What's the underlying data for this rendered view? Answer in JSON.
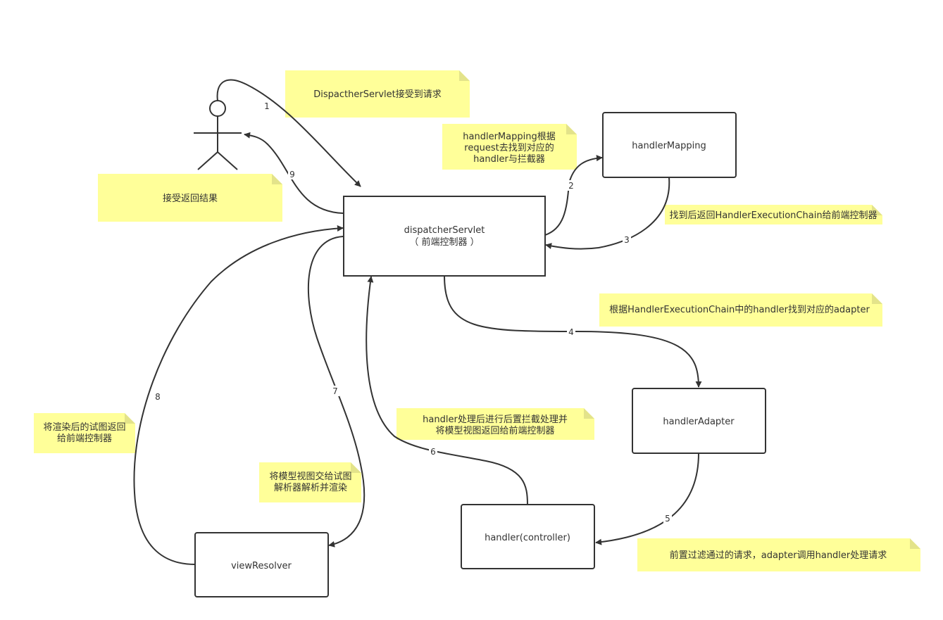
{
  "colors": {
    "note_fill": "#ffff99",
    "note_fold": "#e3e38a",
    "box_stroke": "#333333",
    "line": "#333333",
    "background": "#ffffff"
  },
  "actor": {
    "icon": "user-stick-figure-icon"
  },
  "boxes": {
    "dispatcher": {
      "line1": "dispatcherServlet",
      "line2": "（ 前端控制器 ）"
    },
    "handler_mapping": {
      "label": "handlerMapping"
    },
    "handler_adapter": {
      "label": "handlerAdapter"
    },
    "handler": {
      "label": "handler(controller)"
    },
    "view_resolver": {
      "label": "viewResolver"
    }
  },
  "notes": {
    "receive_request": {
      "line1": "DispactherServlet接受到请求"
    },
    "receive_result": {
      "line1": "接受返回结果"
    },
    "mapping_lookup": {
      "line1": "handlerMapping根据",
      "line2": "request去找到对应的",
      "line3": "handler与拦截器"
    },
    "return_chain": {
      "line1": "找到后返回HandlerExecutionChain给前端控制器"
    },
    "find_adapter": {
      "line1": "根据HandlerExecutionChain中的handler找到对应的adapter"
    },
    "adapter_call": {
      "line1": "前置过滤通过的请求，adapter调用handler处理请求"
    },
    "post_process": {
      "line1": "handler处理后进行后置拦截处理并",
      "line2": "将模型视图返回给前端控制器"
    },
    "to_resolver": {
      "line1": "将模型视图交给试图",
      "line2": "解析器解析并渲染"
    },
    "return_view": {
      "line1": "将渲染后的试图返回",
      "line2": "给前端控制器"
    }
  },
  "steps": [
    "1",
    "2",
    "3",
    "4",
    "5",
    "6",
    "7",
    "8",
    "9"
  ]
}
